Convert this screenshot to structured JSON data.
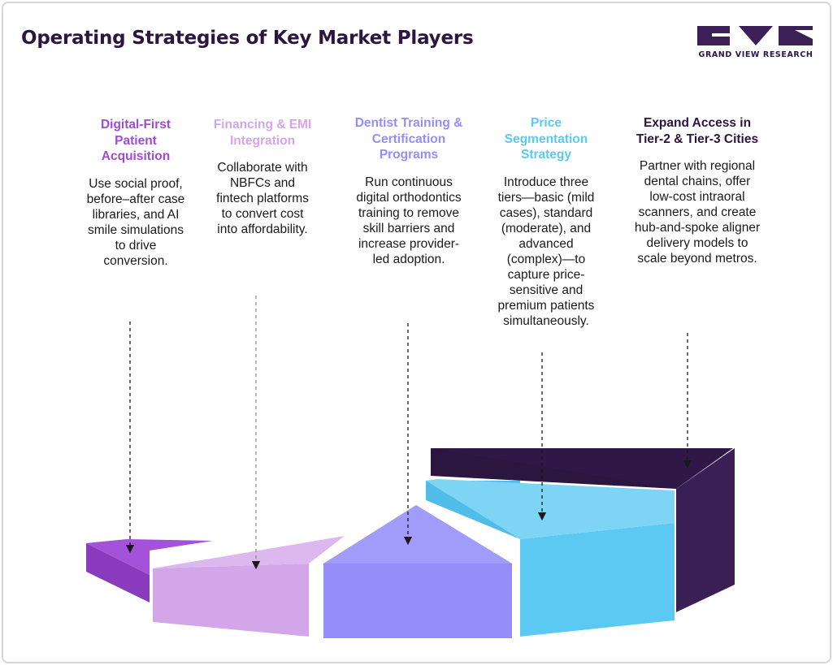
{
  "title": "Operating Strategies of Key Market Players",
  "logo": {
    "text": "GRAND VIEW RESEARCH"
  },
  "colors": {
    "title": "#2b1640",
    "digital": "#9e4cd4",
    "financing": "#d3a6ea",
    "training": "#958ef8",
    "price": "#5bc9f2",
    "expand": "#2b1640"
  },
  "strategies": [
    {
      "heading": "Digital-First Patient Acquisition",
      "body": "Use social proof, before–after case libraries, and AI smile simulations to drive conversion.",
      "color": "#9e4cd4"
    },
    {
      "heading": "Financing & EMI Integration",
      "body": "Collaborate with NBFCs and fintech platforms to convert cost into affordability.",
      "color": "#d3a6ea"
    },
    {
      "heading": "Dentist Training & Certification Programs",
      "body": "Run continuous digital orthodontics training to remove skill barriers and increase provider-led adoption.",
      "color": "#958ef8"
    },
    {
      "heading": "Price Segmentation Strategy",
      "body": "Introduce three tiers—basic (mild cases), standard (moderate), and advanced (complex)—to capture price-sensitive and premium patients simultaneously.",
      "color": "#5bc9f2"
    },
    {
      "heading": "Expand Access in Tier-2 & Tier-3 Cities",
      "body": "Partner with regional dental chains, offer low-cost intraoral scanners, and create hub-and-spoke aligner delivery models to scale beyond metros.",
      "color": "#2b1640"
    }
  ]
}
